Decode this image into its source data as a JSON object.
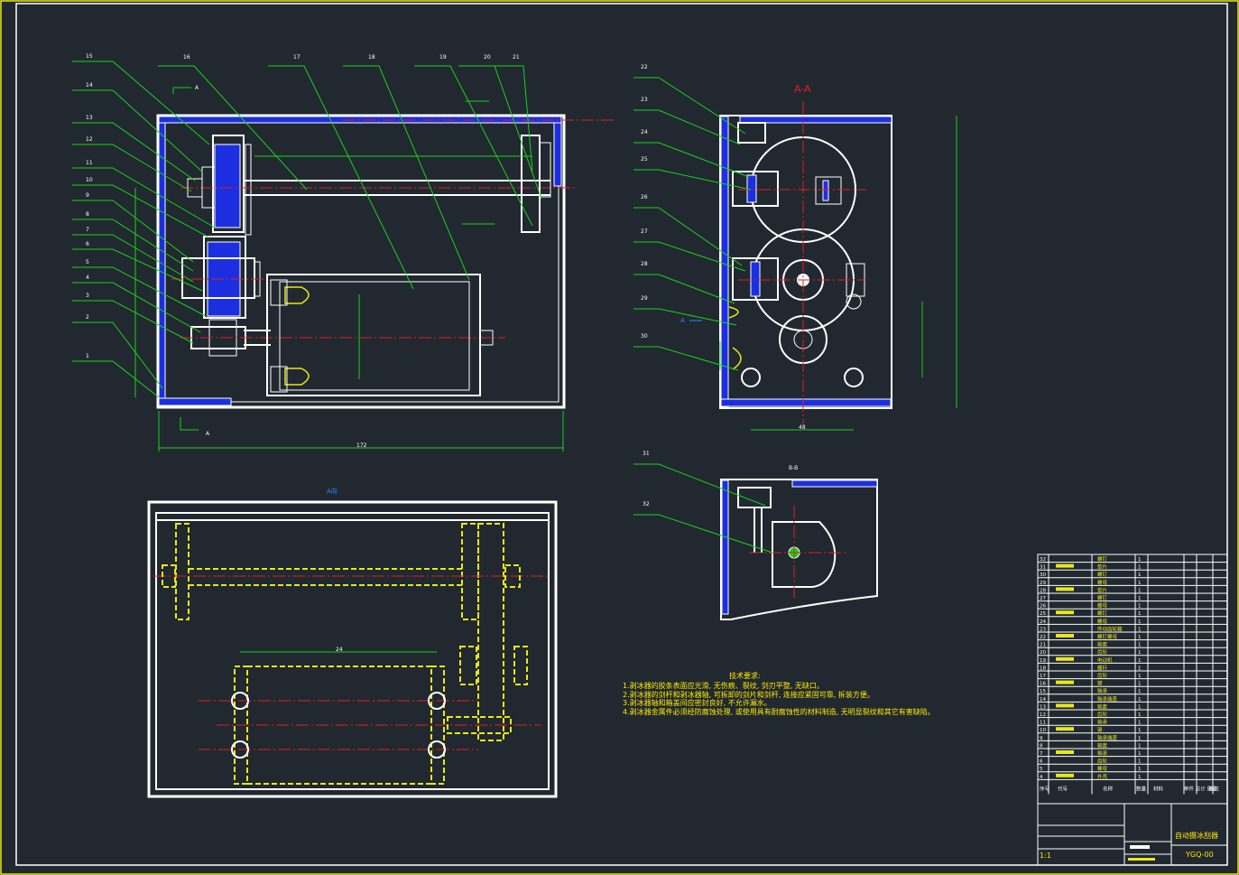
{
  "views": {
    "main": {
      "section_mark": "A",
      "dim_overall": "172",
      "label_bottom": "A"
    },
    "section_aa": {
      "title": "A-A",
      "arrow_label": "A",
      "dim_width": "48"
    },
    "view_a": {
      "title": "A向",
      "dim_top": "24"
    },
    "section_bb": {
      "title": "B-B"
    }
  },
  "balloons_left": [
    "15",
    "14",
    "13",
    "12",
    "11",
    "10",
    "9",
    "8",
    "7",
    "6",
    "5",
    "4",
    "3",
    "2",
    "1"
  ],
  "balloons_top": [
    "16",
    "17",
    "18",
    "19",
    "20",
    "21"
  ],
  "balloons_right": [
    "22",
    "23",
    "24",
    "25",
    "26",
    "27",
    "28",
    "29",
    "30"
  ],
  "balloons_bb": [
    "31",
    "32"
  ],
  "tech_requirements": {
    "heading": "技术要求:",
    "items": [
      "1.剥冰器的胶条表面应光滑, 无伤痕、裂纹, 剑刃平整, 无缺口。",
      "2.剥冰器的剑杆和剥冰器轴, 可拆卸的剑片和剑杆, 连接应紧固可靠, 拆装方便。",
      "3.剥冰器轴和箱盖间应密封良好, 不允许漏水。",
      "4.剥冰器金属件必须经防腐蚀处理, 或使用具有耐腐蚀性的材料制造, 无明显裂纹和其它有害缺陷。"
    ]
  },
  "parts_table": {
    "rows": [
      {
        "no": "32",
        "name": "螺钉",
        "qty": "1"
      },
      {
        "no": "31",
        "name": "垫片",
        "qty": "1"
      },
      {
        "no": "30",
        "name": "螺钉",
        "qty": "1"
      },
      {
        "no": "29",
        "name": "螺母",
        "qty": "1"
      },
      {
        "no": "28",
        "name": "垫片",
        "qty": "1"
      },
      {
        "no": "27",
        "name": "螺钉",
        "qty": "1"
      },
      {
        "no": "26",
        "name": "螺母",
        "qty": "1"
      },
      {
        "no": "25",
        "name": "螺钉",
        "qty": "1"
      },
      {
        "no": "24",
        "name": "螺母",
        "qty": "1"
      },
      {
        "no": "23",
        "name": "传动齿轮箱",
        "qty": "1"
      },
      {
        "no": "22",
        "name": "螺钉螺母",
        "qty": "1"
      },
      {
        "no": "21",
        "name": "轴套",
        "qty": "1"
      },
      {
        "no": "20",
        "name": "齿轮",
        "qty": "1"
      },
      {
        "no": "19",
        "name": "电动机",
        "qty": "1"
      },
      {
        "no": "18",
        "name": "螺杆",
        "qty": "1"
      },
      {
        "no": "17",
        "name": "齿轮",
        "qty": "1"
      },
      {
        "no": "16",
        "name": "键",
        "qty": "1"
      },
      {
        "no": "15",
        "name": "轴承",
        "qty": "1"
      },
      {
        "no": "14",
        "name": "轴承端盖",
        "qty": "1"
      },
      {
        "no": "13",
        "name": "轴套",
        "qty": "1"
      },
      {
        "no": "12",
        "name": "齿轮",
        "qty": "1"
      },
      {
        "no": "11",
        "name": "轴承",
        "qty": "1"
      },
      {
        "no": "10",
        "name": "键",
        "qty": "1"
      },
      {
        "no": "9",
        "name": "轴承端盖",
        "qty": "1"
      },
      {
        "no": "8",
        "name": "轴套",
        "qty": "1"
      },
      {
        "no": "7",
        "name": "轴承",
        "qty": "1"
      },
      {
        "no": "6",
        "name": "齿轮",
        "qty": "1"
      },
      {
        "no": "5",
        "name": "螺母",
        "qty": "1"
      },
      {
        "no": "4",
        "name": "外壳",
        "qty": "1"
      }
    ],
    "header": {
      "no": "序号",
      "code": "代号",
      "name": "名称",
      "qty": "数量",
      "material": "材料",
      "weight": "单件 总计 重量",
      "remark": "备注"
    },
    "title": "自动摄冰刮器",
    "drawing_no": "YGQ-00"
  },
  "colors": {
    "background": "#212830",
    "leader": "#19d219",
    "centerline": "#e02020",
    "hidden": "#e8e817",
    "hatch": "#1c2fe0"
  }
}
